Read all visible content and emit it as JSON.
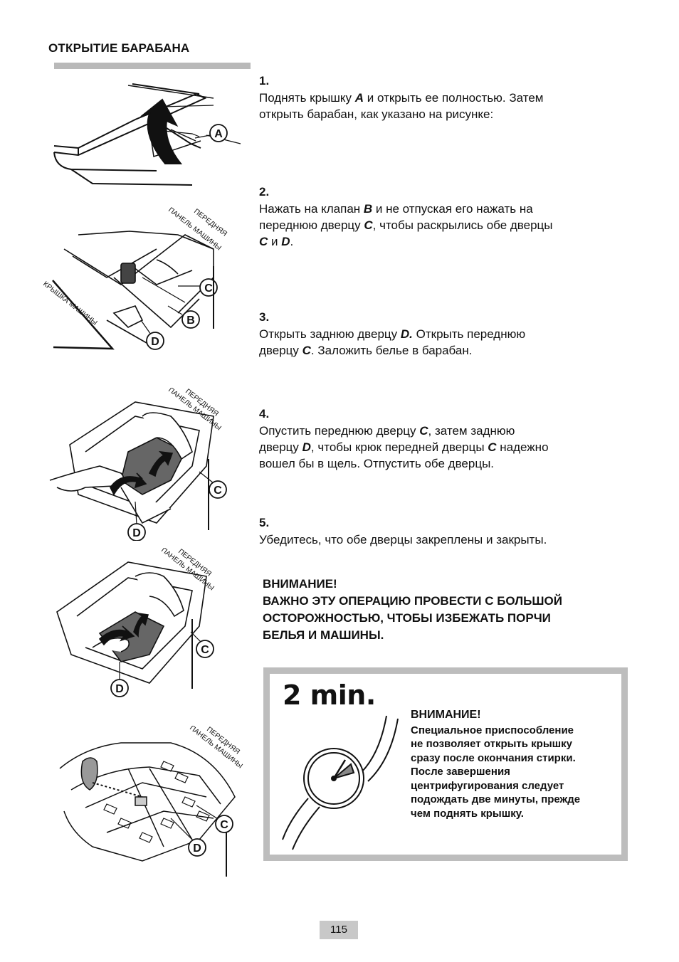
{
  "header": {
    "title": "ОТКРЫТИЕ БАРАБАНА"
  },
  "steps": [
    {
      "num": "1.",
      "lines": [
        [
          {
            "t": "Поднять крышку "
          },
          {
            "t": "A",
            "b": true
          },
          {
            "t": " и открыть ее полностью. Затем"
          }
        ],
        [
          {
            "t": "открыть барабан, как указано на рисунке:"
          }
        ]
      ]
    },
    {
      "num": "2.",
      "lines": [
        [
          {
            "t": "Нажать на клапан "
          },
          {
            "t": "B",
            "b": true
          },
          {
            "t": " и не отпуская его нажать на"
          }
        ],
        [
          {
            "t": "переднюю дверцу "
          },
          {
            "t": "C",
            "b": true
          },
          {
            "t": ", чтобы раскрылись обе дверцы"
          }
        ],
        [
          {
            "t": "C",
            "b": true
          },
          {
            "t": " и "
          },
          {
            "t": "D",
            "b": true
          },
          {
            "t": "."
          }
        ]
      ]
    },
    {
      "num": "3.",
      "lines": [
        [
          {
            "t": "Открыть заднюю дверцу "
          },
          {
            "t": "D.",
            "b": true
          },
          {
            "t": " Открыть переднюю"
          }
        ],
        [
          {
            "t": "дверцу "
          },
          {
            "t": "C",
            "b": true
          },
          {
            "t": ". Заложить белье в барабан."
          }
        ]
      ]
    },
    {
      "num": "4.",
      "lines": [
        [
          {
            "t": "Опустить переднюю дверцу "
          },
          {
            "t": "C",
            "b": true
          },
          {
            "t": ", затем заднюю"
          }
        ],
        [
          {
            "t": "дверцу "
          },
          {
            "t": "D",
            "b": true
          },
          {
            "t": ", чтобы крюк передней дверцы "
          },
          {
            "t": "C",
            "b": true
          },
          {
            "t": " надежно"
          }
        ],
        [
          {
            "t": "вошел бы в щель. Отпустить обе дверцы."
          }
        ]
      ]
    },
    {
      "num": "5.",
      "lines": [
        [
          {
            "t": "Убедитесь, что обе дверцы закреплены и закрыты."
          }
        ]
      ]
    }
  ],
  "warning": {
    "head": "ВНИМАНИЕ!",
    "lines": [
      "ВАЖНО ЭТУ ОПЕРАЦИЮ ПРОВЕСТИ С БОЛЬШОЙ",
      "ОСТОРОЖНОСТЬЮ, ЧТОБЫ ИЗБЕЖАТЬ ПОРЧИ",
      "БЕЛЬЯ И МАШИНЫ."
    ]
  },
  "notice_box": {
    "time": "2 min.",
    "head": "ВНИМАНИЕ!",
    "lines": [
      "Специальное приспособление",
      "не позволяет открыть крышку",
      "сразу после окончания стирки.",
      "После завершения",
      "центрифугирования следует",
      "подождать две минуты, прежде",
      "чем поднять крышку."
    ]
  },
  "figures": {
    "label_front_panel_1": "ПЕРЕДНЯЯ",
    "label_front_panel_2": "ПАНЕЛЬ МАШИНЫ",
    "label_lid": "КРЫШКА МАШИНЫ",
    "callouts": {
      "a": "A",
      "b": "B",
      "c": "C",
      "d": "D"
    }
  },
  "footer": {
    "page_number": "115"
  }
}
